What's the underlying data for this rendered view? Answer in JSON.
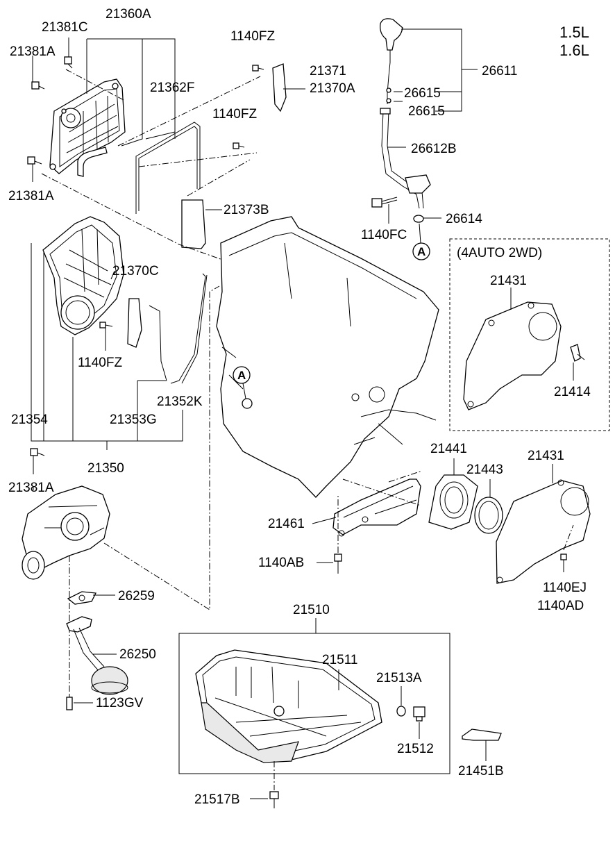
{
  "engine_variants": [
    "1.5L",
    "1.6L"
  ],
  "variant_box_title": "(4AUTO 2WD)",
  "reference_marker": "A",
  "part_labels": {
    "p21381C": "21381C",
    "p21360A": "21360A",
    "p21381A_top": "21381A",
    "p21362F": "21362F",
    "p1140FZ_top": "1140FZ",
    "p21371": "21371",
    "p21370A": "21370A",
    "p1140FZ_mid": "1140FZ",
    "p21381A_mid": "21381A",
    "p21373B": "21373B",
    "p21370C": "21370C",
    "p1140FZ_low": "1140FZ",
    "p21353G": "21353G",
    "p21352K": "21352K",
    "p21354": "21354",
    "p21350": "21350",
    "p21381A_low": "21381A",
    "p26611": "26611",
    "p26615_a": "26615",
    "p26615_b": "26615",
    "p26612B": "26612B",
    "p1140FC": "1140FC",
    "p26614": "26614",
    "p21431_box": "21431",
    "p21414": "21414",
    "p21441": "21441",
    "p21443": "21443",
    "p21431": "21431",
    "p21461": "21461",
    "p1140AB": "1140AB",
    "p1140EJ": "1140EJ",
    "p1140AD": "1140AD",
    "p26259": "26259",
    "p26250": "26250",
    "p1123GV": "1123GV",
    "p21510": "21510",
    "p21511": "21511",
    "p21513A": "21513A",
    "p21512": "21512",
    "p21451B": "21451B",
    "p21517B": "21517B"
  }
}
